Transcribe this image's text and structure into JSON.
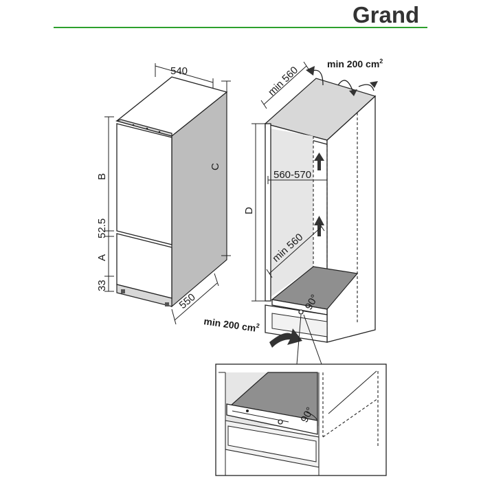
{
  "brand": {
    "name": "Grand",
    "colors": {
      "rule": "#2ca02c",
      "text": "#333333"
    }
  },
  "appliance_dimensions": {
    "width": "540",
    "depth": "550",
    "height": "C",
    "upper_door": "B",
    "door_gap": "52.5",
    "lower_door": "A",
    "plinth": "33"
  },
  "niche_dimensions": {
    "top_depth": "min 560",
    "inner_width": "560-570",
    "inner_depth": "min 560",
    "height": "D",
    "angle": "90°"
  },
  "ventilation": {
    "top_label": "min 200 cm",
    "bottom_label": "min 200 cm",
    "unit_superscript": "2"
  },
  "detail_view": {
    "angle": "90°"
  }
}
